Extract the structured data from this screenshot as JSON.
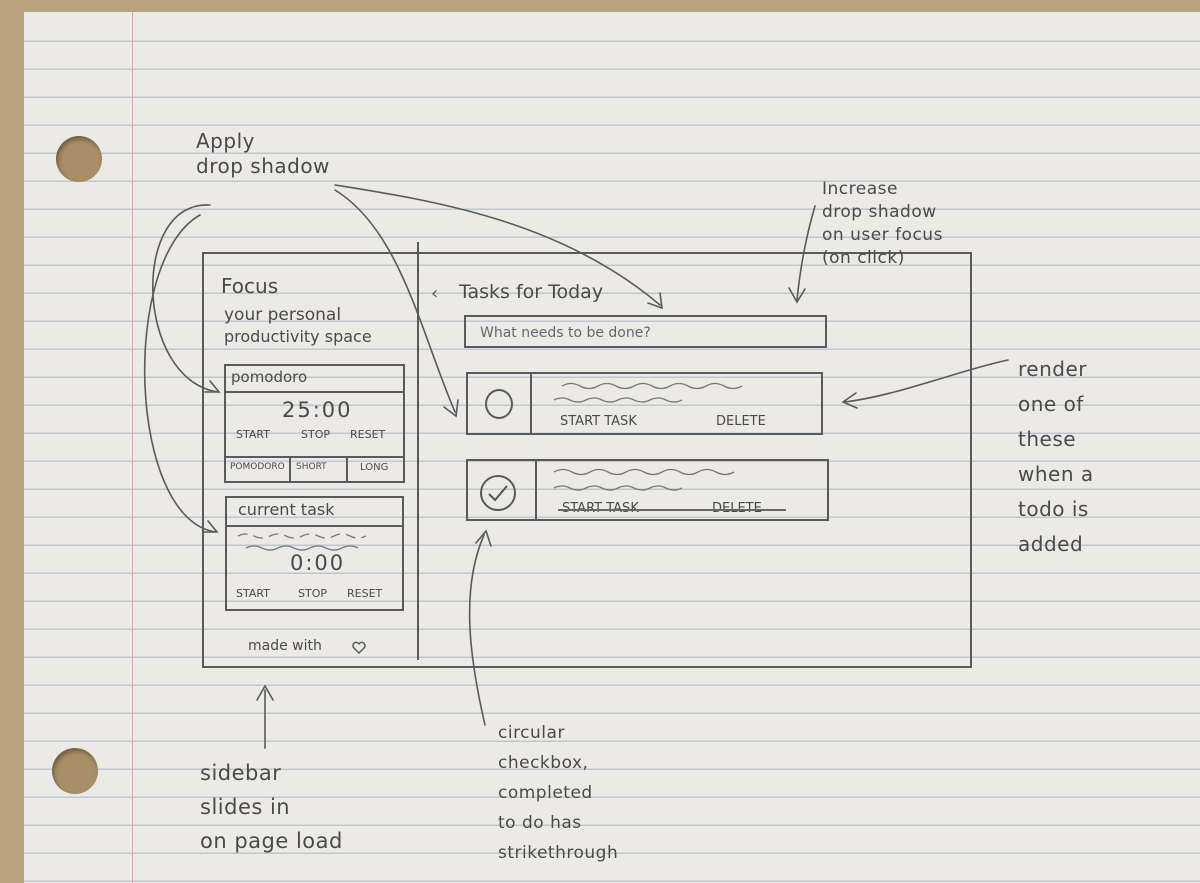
{
  "sidebar": {
    "title": "Focus",
    "subtitle_line1": "your personal",
    "subtitle_line2": "productivity space",
    "pomodoro": {
      "header": "pomodoro",
      "time": "25:00",
      "buttons": [
        "START",
        "STOP",
        "RESET"
      ],
      "modes": [
        "POMODORO",
        "SHORT",
        "LONG"
      ]
    },
    "current_task": {
      "header": "current task",
      "time": "0:00",
      "buttons": [
        "START",
        "STOP",
        "RESET"
      ]
    },
    "footer": "made with"
  },
  "main": {
    "title": "Tasks for Today",
    "input_placeholder": "What needs to be done?",
    "todos": [
      {
        "actions": [
          "START TASK",
          "DELETE"
        ],
        "completed": false
      },
      {
        "actions": [
          "START TASK",
          "DELETE"
        ],
        "completed": true
      }
    ]
  },
  "annotations": {
    "apply_shadow": "Apply\ndrop shadow",
    "increase_shadow": "Increase\ndrop shadow\non user focus\n(on click)",
    "render": "render\none of\nthese\nwhen a\ntodo is\nadded",
    "sidebar": "sidebar\nslides in\non page load",
    "checkbox": "circular\ncheckbox,\ncompleted\nto do has\nstrikethrough"
  },
  "icons": {
    "heart": "heart-icon",
    "check": "check-icon"
  }
}
